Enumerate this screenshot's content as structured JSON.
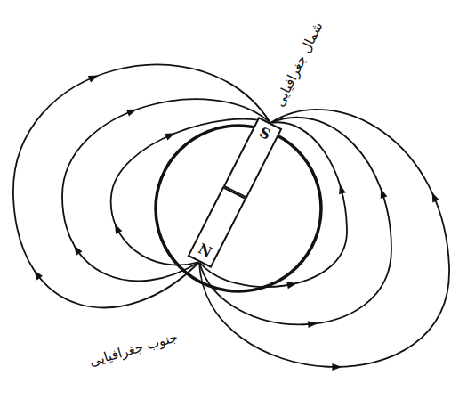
{
  "diagram": {
    "nodes": [
      {
        "text": [
          "S"
        ]
      },
      {
        "text": [
          "N"
        ]
      }
    ],
    "labels": [
      "شمال جغرافیایی",
      "جنوب جغرافیایی"
    ]
  }
}
